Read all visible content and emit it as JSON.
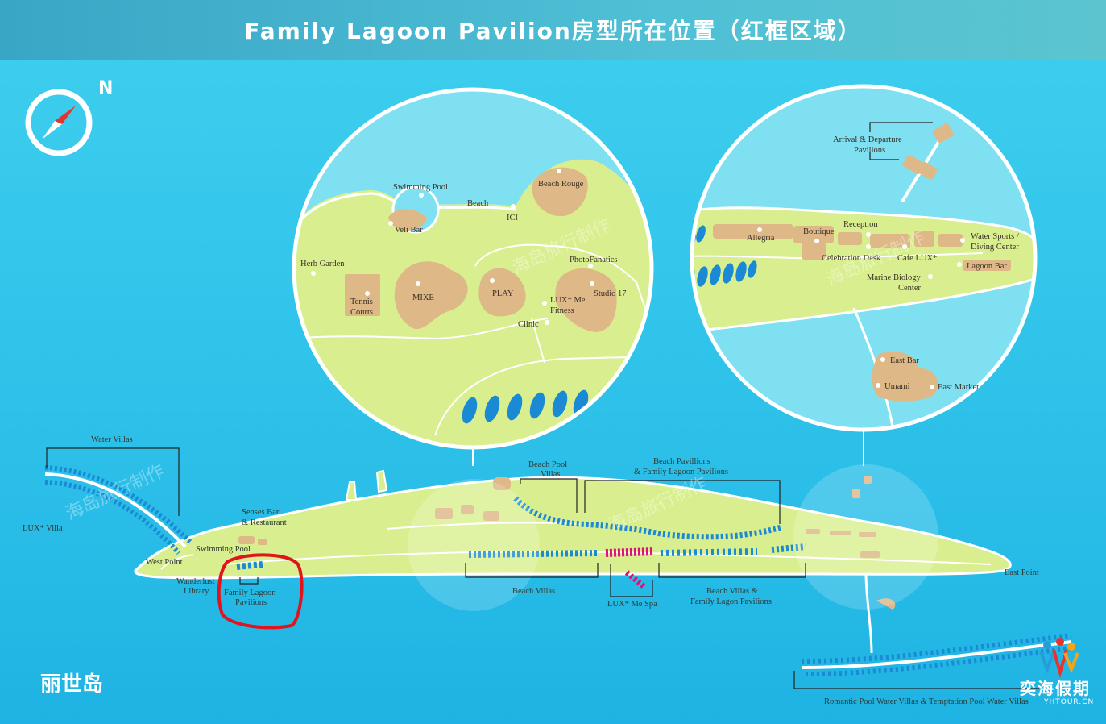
{
  "title": "Family Lagoon Pavilion房型所在位置（红框区域）",
  "compass": {
    "north_label": "N",
    "icon": "compass-icon"
  },
  "island_name": "丽世岛",
  "brand": {
    "name_cn": "奕海假期",
    "url": "YHTOUR.CN"
  },
  "watermark": "海岛旅行制作",
  "colors": {
    "sea": "#2ec2ea",
    "land": "#d9ef8f",
    "building": "#deb887",
    "villa": "#1a8ad4",
    "highlight": "#e0107a",
    "marker": "#e0141e"
  },
  "main_map": {
    "labels": {
      "water_villas": "Water Villas",
      "lux_villa": "LUX* Villa",
      "senses_bar_1": "Senses Bar",
      "senses_bar_2": "& Restaurant",
      "swimming_pool": "Swimming Pool",
      "west_point": "West Point",
      "wanderlust_1": "Wanderlust",
      "wanderlust_2": "Library",
      "family_lagoon_1": "Family Lagoon",
      "family_lagoon_2": "Pavilions",
      "beach_pool_villas_1": "Beach Pool",
      "beach_pool_villas_2": "Villas",
      "beach_pavilions_1": "Beach Pavillions",
      "beach_pavilions_2": "& Family Lagoon Pavilions",
      "beach_villas": "Beach Villas",
      "lux_me_spa": "LUX* Me Spa",
      "beach_villas_family_1": "Beach Villas &",
      "beach_villas_family_2": "Family Lagon Pavilions",
      "east_point": "East Point",
      "romantic_pool": "Romantic Pool Water Villas & Temptation Pool Water Villas"
    }
  },
  "left_zoom": {
    "labels": {
      "swimming_pool": "Swimming Pool",
      "beach": "Beach",
      "beach_rouge": "Beach Rouge",
      "ici": "ICI",
      "veli_bar": "Veli Bar",
      "herb_garden": "Herb Garden",
      "photofanatics": "PhotoFanatics",
      "mixe": "MIXE",
      "play": "PLAY",
      "studio_17": "Studio 17",
      "tennis_1": "Tennis",
      "tennis_2": "Courts",
      "lux_me_1": "LUX* Me",
      "lux_me_2": "Fitness",
      "clinic": "Clinic"
    }
  },
  "right_zoom": {
    "labels": {
      "arrival_1": "Arrival & Departure",
      "arrival_2": "Pavilions",
      "reception": "Reception",
      "allegria": "Allegria",
      "boutique": "Boutique",
      "water_sports_1": "Water Sports /",
      "water_sports_2": "Diving Center",
      "celebration_desk": "Celebration Desk",
      "cafe_lux": "Cafe LUX*",
      "lagoon_bar": "Lagoon Bar",
      "marine_biology_1": "Marine Biology",
      "marine_biology_2": "Center",
      "east_bar": "East Bar",
      "umami": "Umami",
      "east_market": "East Market"
    }
  }
}
